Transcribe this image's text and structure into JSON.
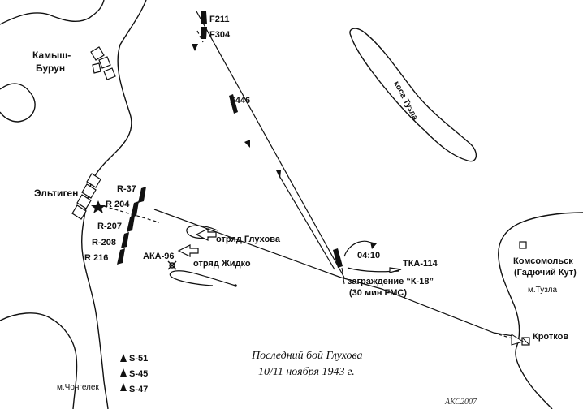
{
  "places": {
    "kamysh_burun_1": "Камыш-",
    "kamysh_burun_2": "Бурун",
    "eltigen": "Эльтиген",
    "kosa_tuzla": "коса Тузла",
    "komsomolsk": "Комсомольск",
    "gadyuchy_kut": "(Гадючий Кут)",
    "m_tuzla": "м.Тузла",
    "krotkov": "Кротков",
    "m_chongelek": "м.Чонгелек"
  },
  "ships": {
    "f211": "F211",
    "f304": "F304",
    "f446": "F446",
    "r37": "R-37",
    "r204": "R 204",
    "r207": "R-207",
    "r208": "R-208",
    "r216": "R 216",
    "aka96": "АКА-96",
    "tka114": "ТКА-114",
    "s51": "S-51",
    "s45": "S-45",
    "s47": "S-47"
  },
  "labels": {
    "otryad_glukhova": "отряд Глухова",
    "otryad_zhidko": "отряд Жидко",
    "time": "04:10",
    "barrier_1": "заграждение “К-18”",
    "barrier_2": "(30 мин FMC)"
  },
  "caption": {
    "line1": "Последний бой Глухова",
    "line2": "10/11 ноября 1943 г."
  },
  "signature": "АКС2007"
}
